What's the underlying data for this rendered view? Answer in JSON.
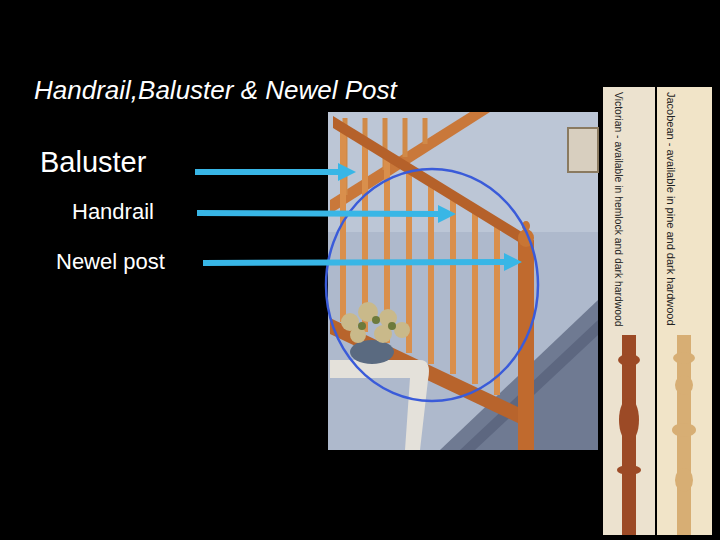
{
  "diagram": {
    "title": "Handrail,Baluster & Newel Post",
    "labels": [
      "Baluster",
      "Handrail",
      "Newel post",
      "Victorian - available in hemlock and dark hardwood",
      "Jacobean - available in pine and dark hardwood"
    ]
  }
}
